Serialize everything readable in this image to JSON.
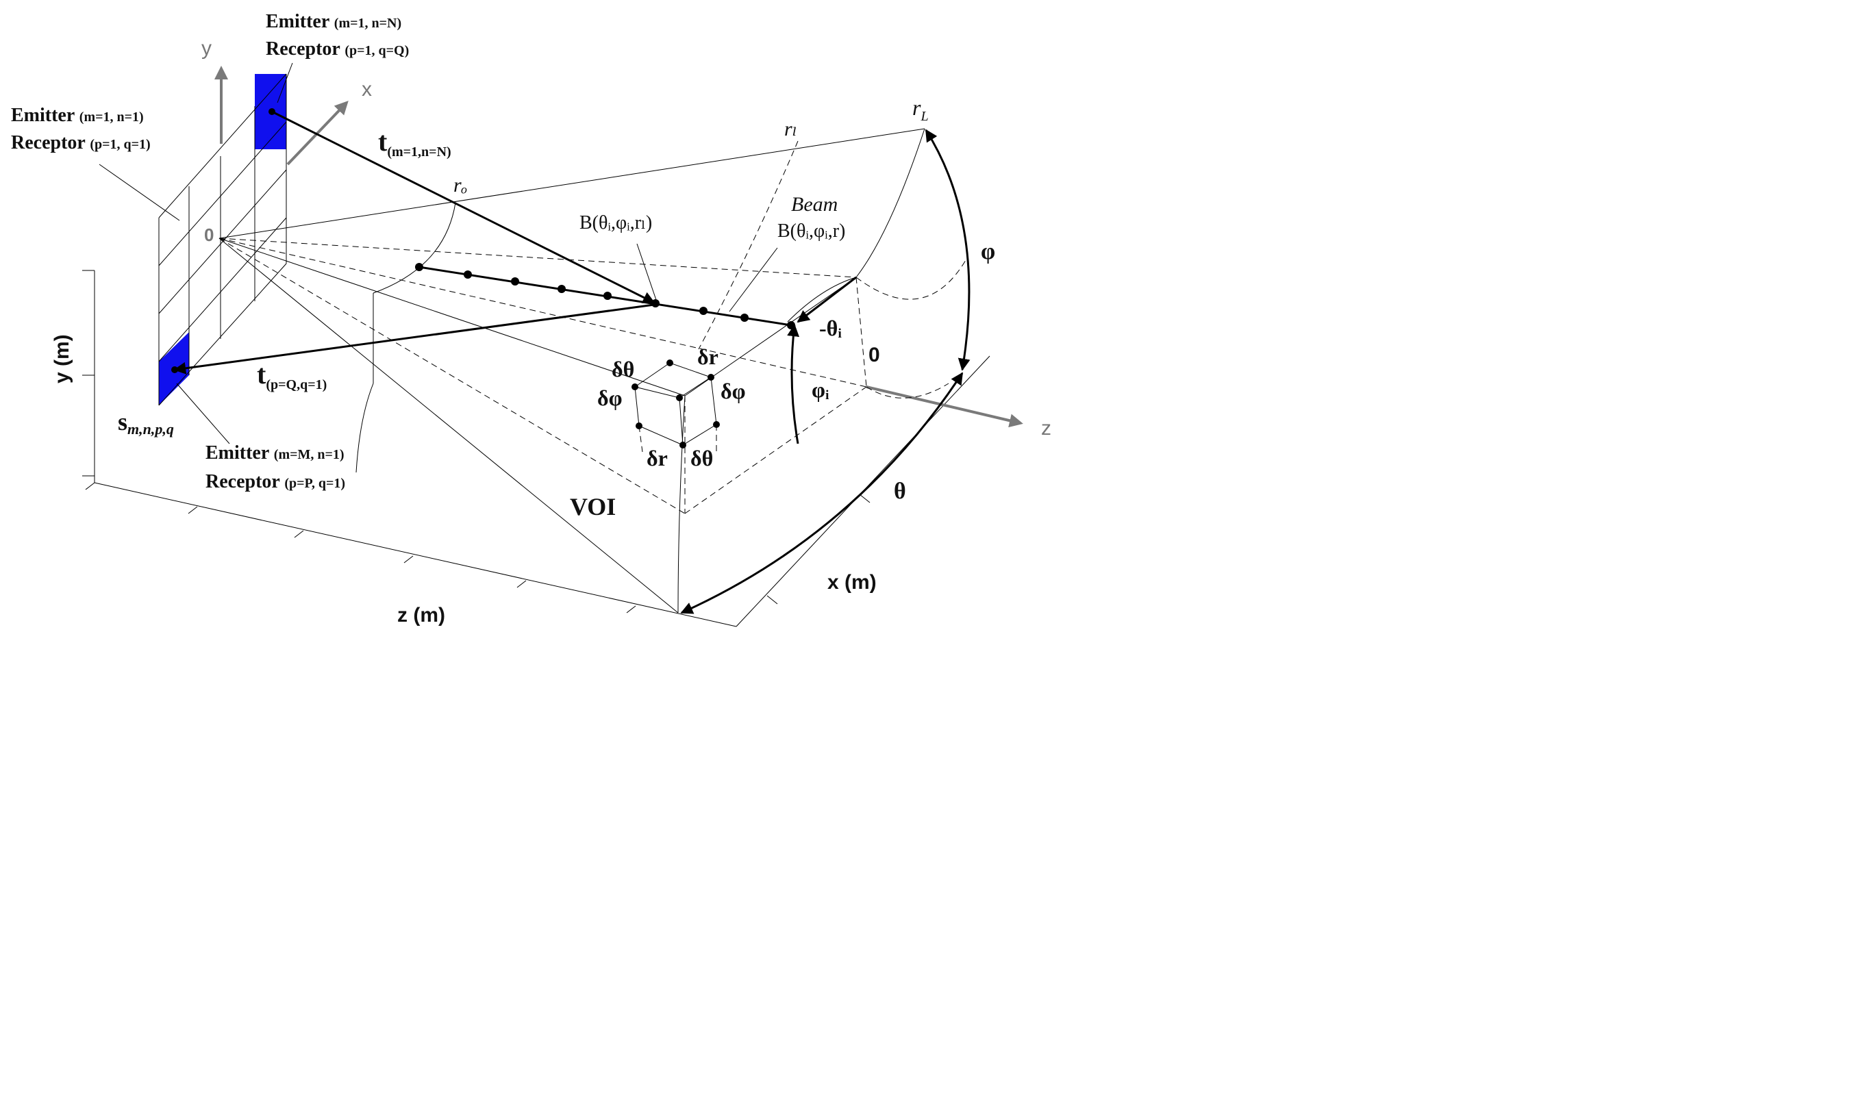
{
  "colors": {
    "element_fill": "#1010ee",
    "axis_grey": "#7a7a7a",
    "line": "#000000",
    "background": "#ffffff"
  },
  "axes": {
    "y_small": "y",
    "x_small": "x",
    "z_small": "z",
    "origin_array": "0",
    "origin_voi": "0",
    "y_m": "y (m)",
    "z_m": "z (m)",
    "x_m": "x (m)"
  },
  "labels": {
    "emitter_top_right": {
      "emitter": "Emitter",
      "emitter_idx": "(m=1, n=N)",
      "receptor": "Receptor",
      "receptor_idx": "(p=1, q=Q)"
    },
    "emitter_top_left": {
      "emitter": "Emitter",
      "emitter_idx": "(m=1, n=1)",
      "receptor": "Receptor",
      "receptor_idx": "(p=1, q=1)"
    },
    "emitter_bottom": {
      "emitter": "Emitter",
      "emitter_idx": "(m=M, n=1)",
      "receptor": "Receptor",
      "receptor_idx": "(p=P, q=1)"
    },
    "t_tx": {
      "main": "t",
      "sub": "(m=1,n=N)"
    },
    "t_rx": {
      "main": "t",
      "sub": "(p=Q,q=1)"
    },
    "s_signal": {
      "main": "s",
      "sub": "m,n,p,q"
    },
    "r_o": "rₒ",
    "r_l": "rₗ",
    "r_L": "r",
    "r_L_sub": "L",
    "beam_point": "B(θᵢ,φᵢ,rₗ)",
    "beam_word": "Beam",
    "beam_line": "B(θᵢ,φᵢ,r)",
    "phi": "φ",
    "theta": "θ",
    "neg_theta_i": "-θᵢ",
    "phi_i": "φᵢ",
    "voi": "VOI",
    "d_theta_top": "δθ",
    "d_r_top": "δr",
    "d_phi_left": "δφ",
    "d_phi_right": "δφ",
    "d_r_bottom": "δr",
    "d_theta_bottom": "δθ"
  }
}
